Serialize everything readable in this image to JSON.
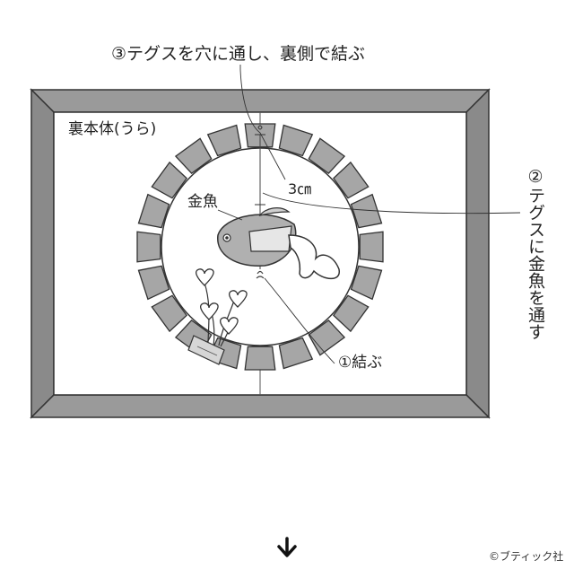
{
  "labels": {
    "step3": "③テグスを穴に通し、裏側で結ぶ",
    "panel": "裏本体(うら)",
    "kingyo": "金魚",
    "distance": "3㎝",
    "step2": "②テグスに金魚を通す",
    "step1": "①結ぶ",
    "credit": "©ブティック社"
  },
  "icons": {
    "next_arrow": "arrow-down-icon"
  },
  "colors": {
    "frame": "#9a9a9a",
    "frame_dark": "#6e6e6e",
    "frame_light": "#c8c8c8",
    "ring": "#a6a6a6",
    "fish": "#b0b0b0",
    "outline": "#333333",
    "background": "#ffffff"
  }
}
